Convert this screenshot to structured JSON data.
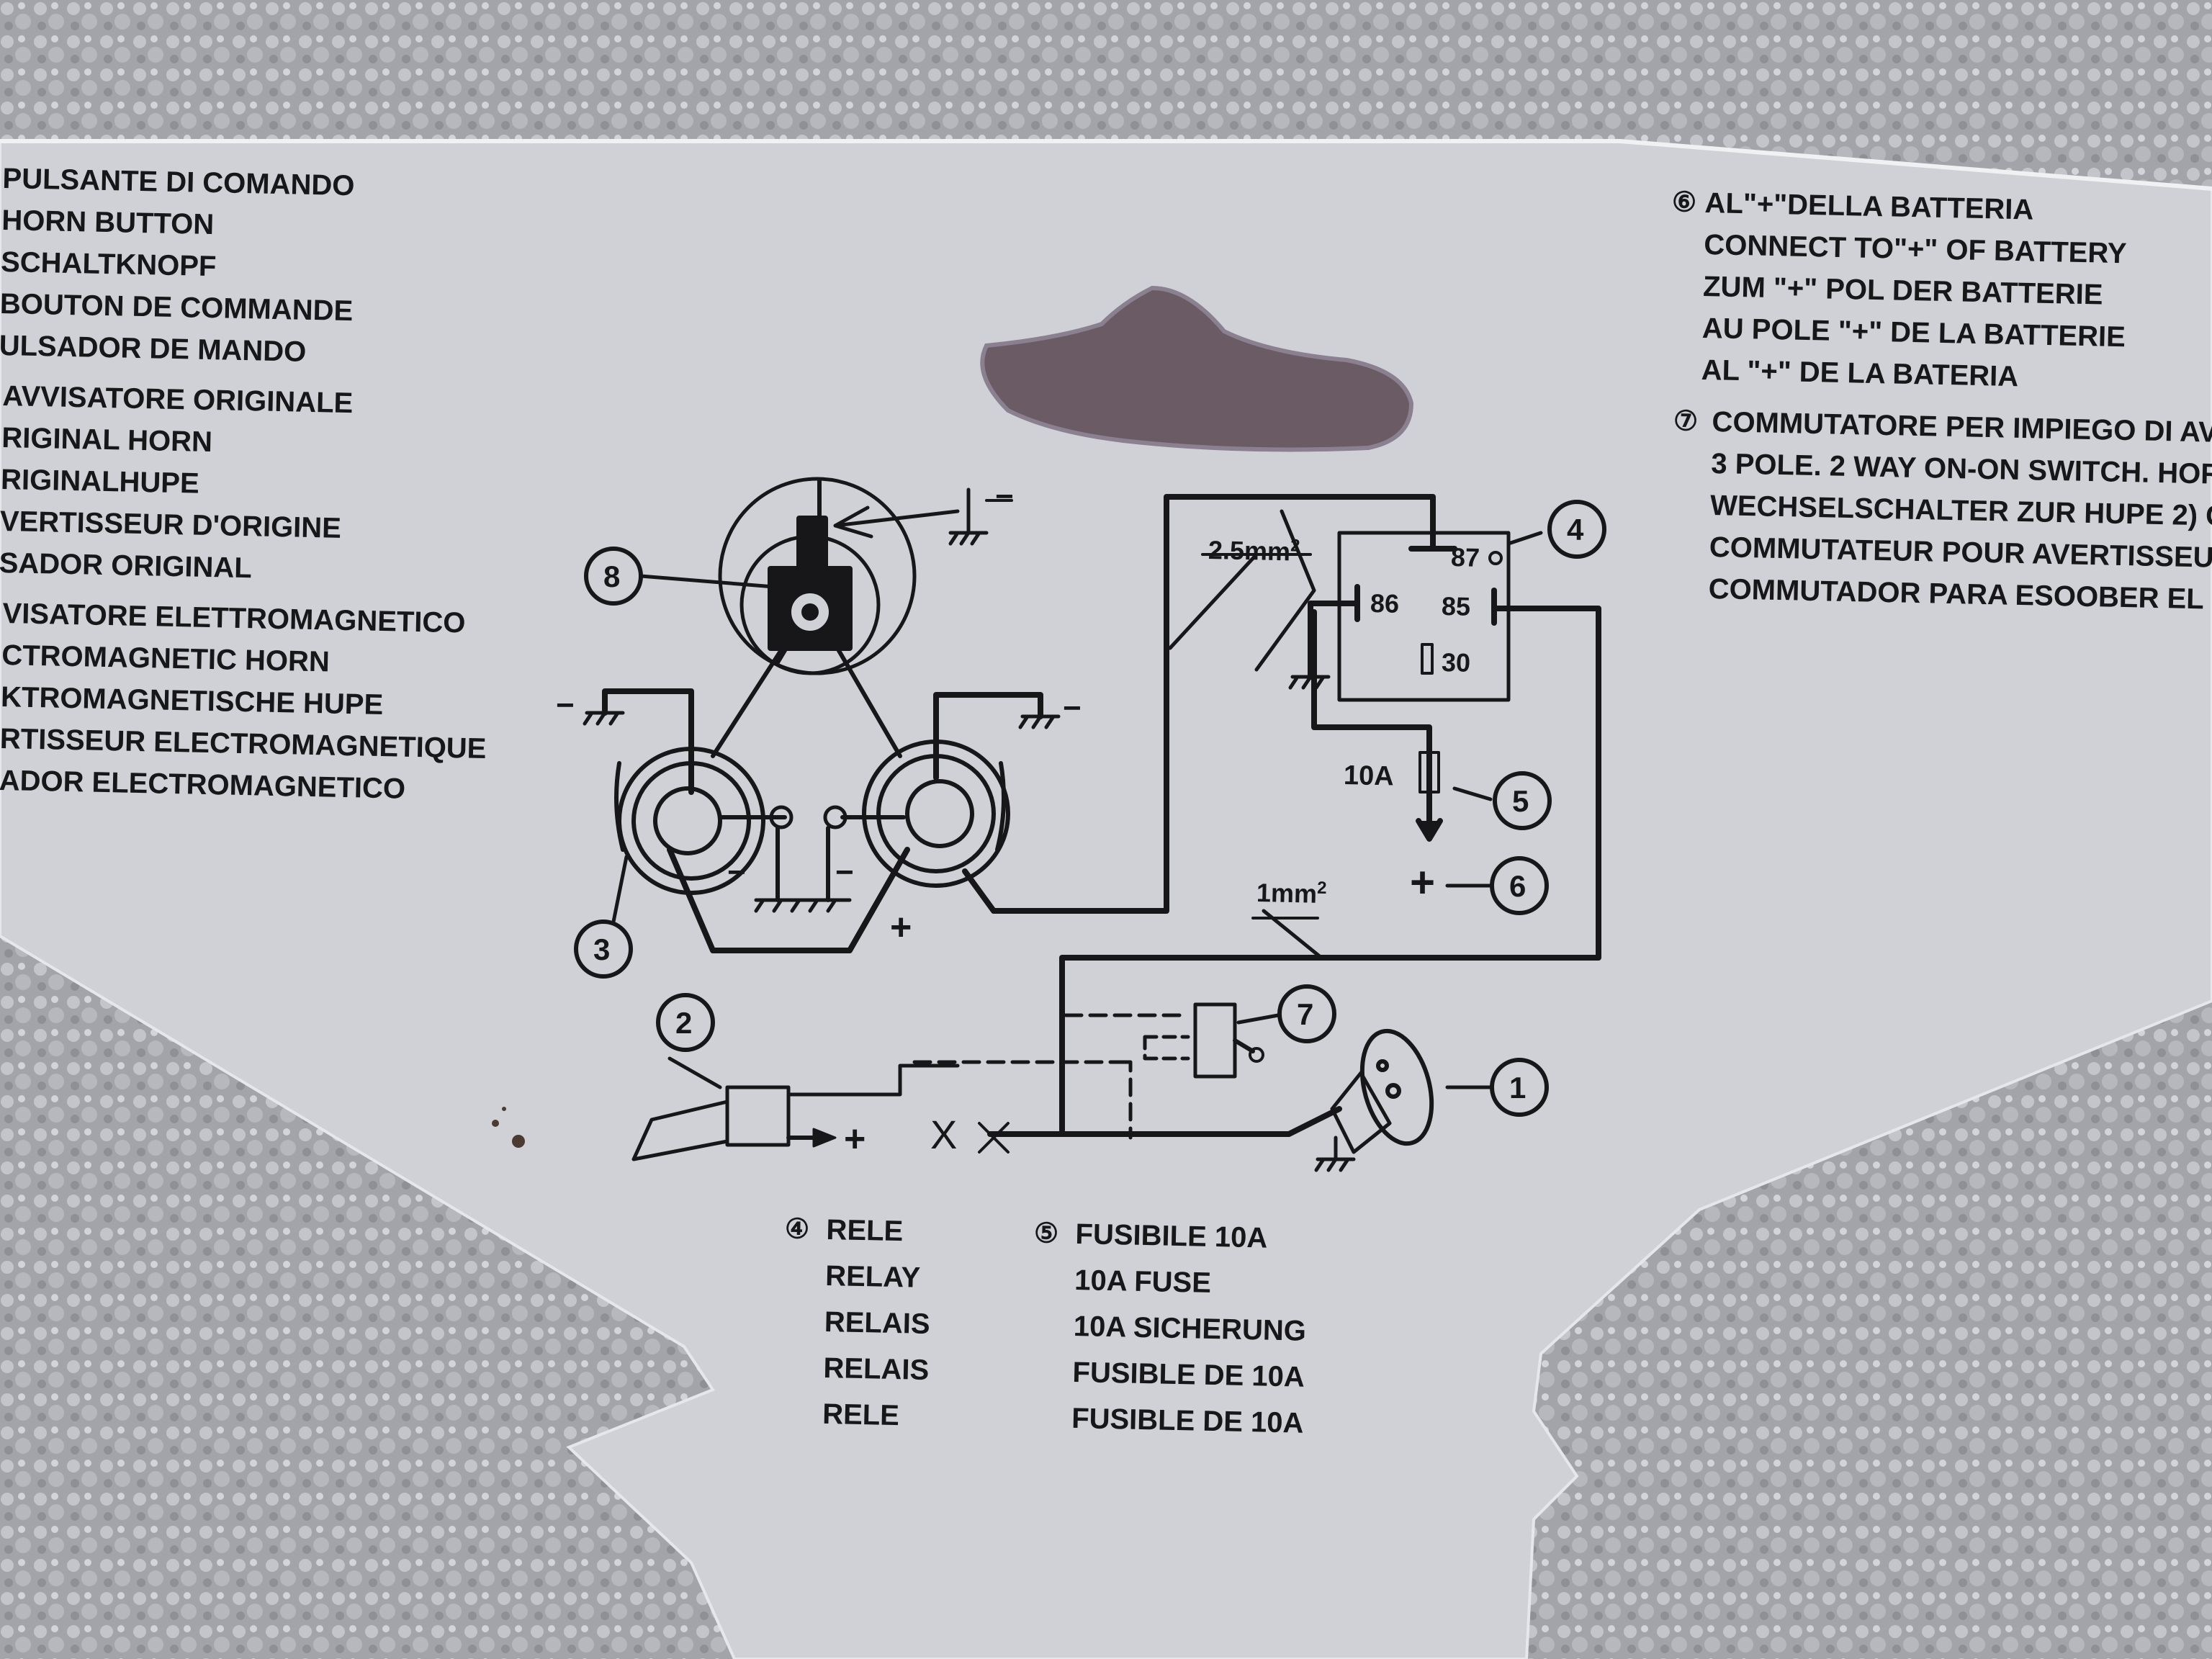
{
  "legend_left": {
    "button": [
      "PULSANTE DI COMANDO",
      "HORN BUTTON",
      "SCHALTKNOPF",
      "BOUTON DE COMMANDE",
      "ULSADOR DE MANDO"
    ],
    "original_horn": [
      "AVVISATORE ORIGINALE",
      "RIGINAL HORN",
      "RIGINALHUPE",
      "VERTISSEUR D'ORIGINE",
      "SADOR ORIGINAL"
    ],
    "electromagnetic_horn": [
      "VISATORE ELETTROMAGNETICO",
      "CTROMAGNETIC HORN",
      "KTROMAGNETISCHE HUPE",
      "RTISSEUR ELECTROMAGNETIQUE",
      "ADOR ELECTROMAGNETICO"
    ]
  },
  "legend_right": {
    "battery": {
      "marker": "⑥",
      "lines": [
        "AL\"+\"DELLA BATTERIA",
        "CONNECT TO\"+\" OF BATTERY",
        "ZUM \"+\" POL DER BATTERIE",
        "AU POLE \"+\" DE LA BATTERIE",
        "AL \"+\" DE LA BATERIA"
      ]
    },
    "switch": {
      "marker": "⑦",
      "lines": [
        "COMMUTATORE PER IMPIEGO DI AV",
        "3 POLE. 2 WAY ON-ON SWITCH. HOR",
        "WECHSELSCHALTER ZUR HUPE 2) C",
        "COMMUTATEUR POUR AVERTISSEU",
        "COMMUTADOR PARA ESOOBER EL"
      ]
    }
  },
  "legend_bottom": {
    "relay": {
      "marker": "④",
      "lines": [
        "RELE",
        "RELAY",
        "RELAIS",
        "RELAIS",
        "RELE"
      ]
    },
    "fuse": {
      "marker": "⑤",
      "lines": [
        "FUSIBILE 10A",
        "10A FUSE",
        "10A SICHERUNG",
        "FUSIBLE DE 10A",
        "FUSIBLE DE 10A"
      ]
    }
  },
  "diagram": {
    "callouts": [
      "1",
      "2",
      "3",
      "4",
      "5",
      "6",
      "7",
      "8"
    ],
    "relay_pins": {
      "p87": "87",
      "p86": "86",
      "p85": "85",
      "p30": "30"
    },
    "wire_thick": "2.5mm",
    "wire_thin": "1mm",
    "sup": "2",
    "fuse_rating": "10A",
    "plus": "+",
    "minus": "−",
    "cross": "X"
  },
  "colors": {
    "card": "#cfd1d6",
    "ink": "#17171a",
    "towel": "#9c9da3",
    "hole": "#6b5b64"
  }
}
